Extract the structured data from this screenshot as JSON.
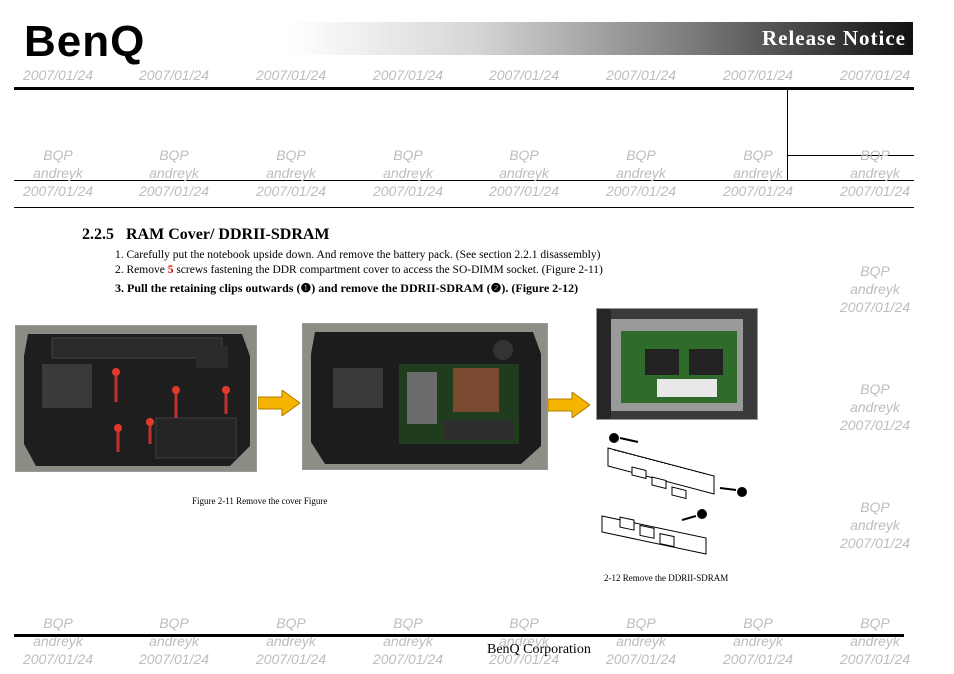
{
  "header": {
    "logo_text": "BenQ",
    "title": "Release  Notice"
  },
  "watermark": {
    "org": "BQP",
    "user": "andreyk",
    "date": "2007/01/24"
  },
  "section": {
    "number": "2.2.5",
    "title": "RAM Cover/ DDRII-SDRAM",
    "steps": [
      {
        "prefix": "1. Carefully put the notebook upside down. And remove the battery pack. (See section 2.2.1 disassembly)"
      },
      {
        "prefix": "2. Remove ",
        "highlight": "5",
        "suffix": " screws fastening the DDR compartment cover to access the SO-DIMM socket. (Figure 2-11)"
      },
      {
        "text": "3. Pull the retaining clips outwards (❶) and remove the DDRII-SDRAM (❷). (Figure 2-12)"
      }
    ]
  },
  "figures": {
    "fig_2_11_caption": "Figure 2-11  Remove the cover Figure",
    "fig_2_12_caption": "2-12  Remove the DDRII-SDRAM",
    "callouts": [
      "1",
      "1",
      "2"
    ]
  },
  "footer": {
    "company": "BenQ Corporation"
  },
  "colors": {
    "arrow": "#f5b400",
    "highlight": "#dd0000",
    "laptop": "#1e1e1e",
    "pcb": "#2f6b2a"
  }
}
